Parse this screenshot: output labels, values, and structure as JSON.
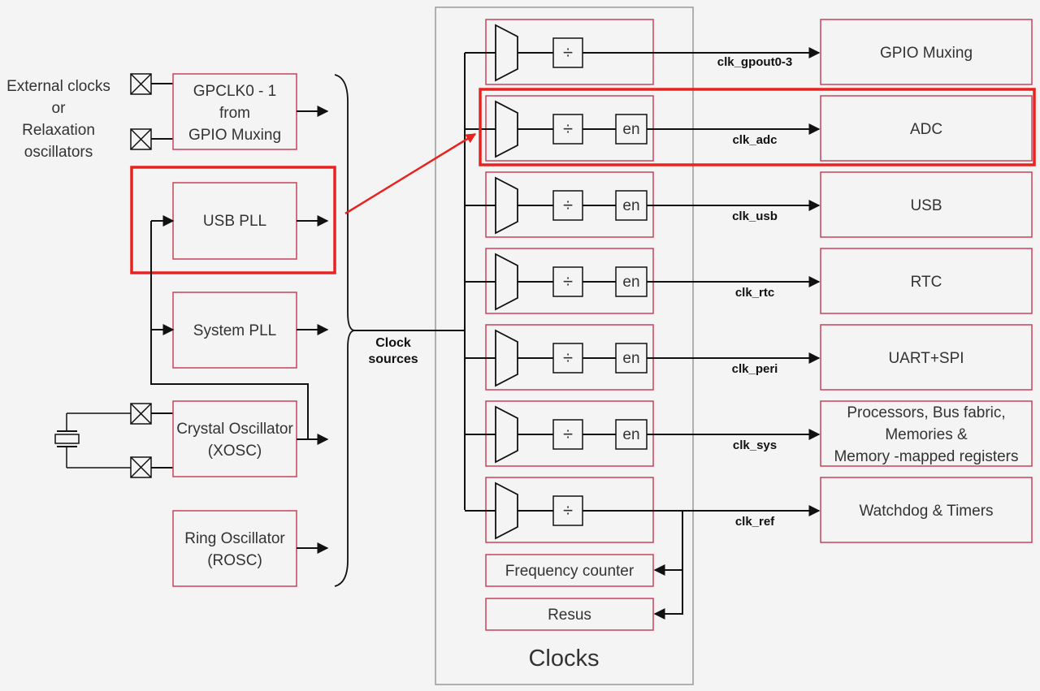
{
  "diagram": {
    "colors": {
      "box_border": "#c8435a",
      "highlight": "#e8231f",
      "line": "#111111",
      "background": "#f4f4f4"
    },
    "external_label": [
      "External clocks",
      "or",
      "Relaxation",
      "oscillators"
    ],
    "sources": {
      "gpclk": [
        "GPCLK0 - 1",
        "from",
        "GPIO Muxing"
      ],
      "usb_pll": "USB PLL",
      "sys_pll": "System PLL",
      "xosc": [
        "Crystal Oscillator",
        "(XOSC)"
      ],
      "rosc": [
        "Ring Oscillator",
        "(ROSC)"
      ]
    },
    "clock_sources_label": [
      "Clock",
      "sources"
    ],
    "divider_symbol": "÷",
    "enable_label": "en",
    "signals": {
      "gpout": "clk_gpout0-3",
      "adc": "clk_adc",
      "usb": "clk_usb",
      "rtc": "clk_rtc",
      "peri": "clk_peri",
      "sys": "clk_sys",
      "ref": "clk_ref"
    },
    "destinations": {
      "gpio": "GPIO Muxing",
      "adc": "ADC",
      "usb": "USB",
      "rtc": "RTC",
      "uart": "UART+SPI",
      "proc": [
        "Processors, Bus fabric,",
        "Memories &",
        "Memory -mapped registers"
      ],
      "wdt": "Watchdog & Timers"
    },
    "freq_counter": "Frequency counter",
    "resus": "Resus",
    "clocks_title": "Clocks"
  }
}
